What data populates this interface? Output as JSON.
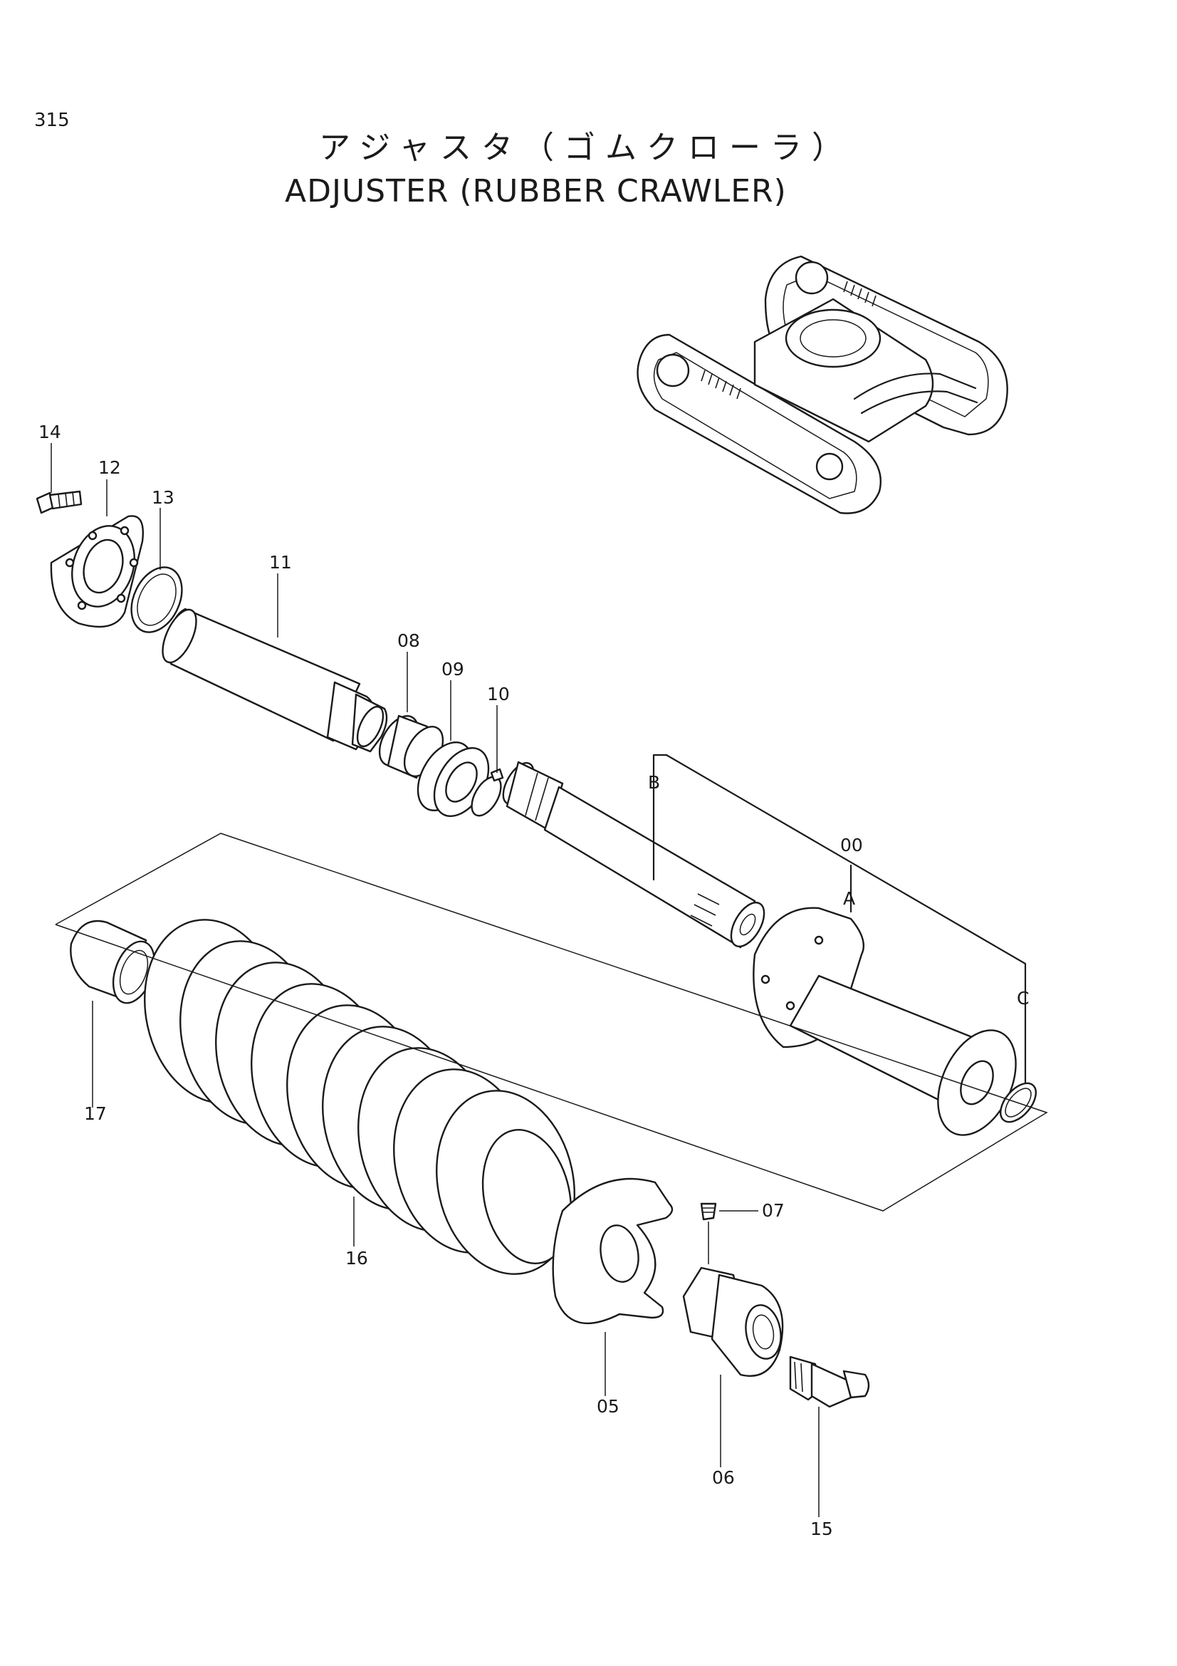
{
  "page": {
    "number": "315",
    "title_jp": "アジャスタ（ゴムクローラ）",
    "title_en": "ADJUSTER (RUBBER CRAWLER)"
  },
  "callouts": {
    "p00": "00",
    "p05": "05",
    "p06": "06",
    "p07": "07",
    "p08": "08",
    "p09": "09",
    "p10": "10",
    "p11": "11",
    "p12": "12",
    "p13": "13",
    "p14": "14",
    "p15": "15",
    "p16": "16",
    "p17": "17",
    "subA": "A",
    "subB": "B",
    "subC": "C"
  }
}
